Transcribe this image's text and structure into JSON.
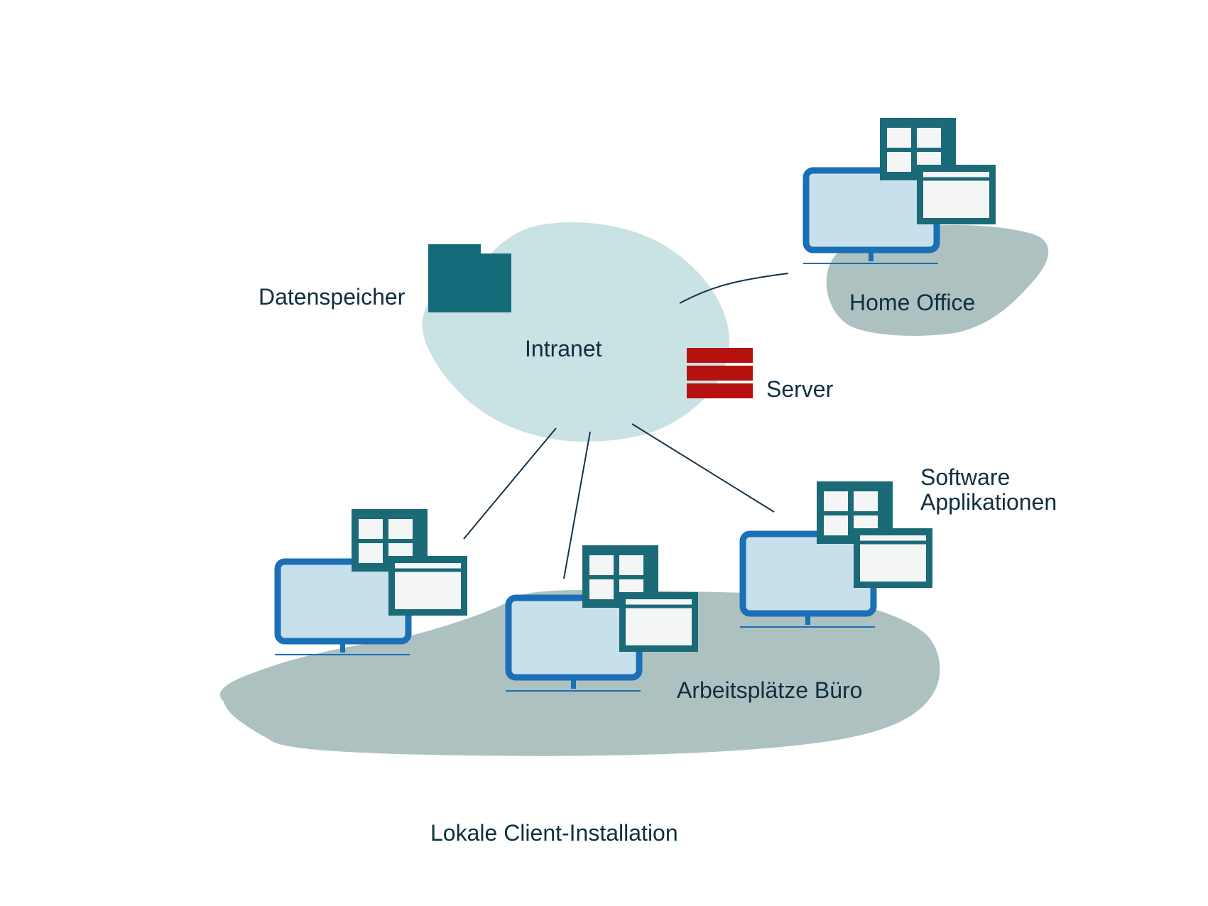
{
  "diagram": {
    "labels": {
      "data_storage": "Datenspeicher",
      "intranet": "Intranet",
      "server": "Server",
      "home_office": "Home Office",
      "software_line1": "Software",
      "software_line2": "Applikationen",
      "office_workstations": "Arbeitsplätze Büro",
      "footer": "Lokale Client-Installation"
    },
    "colors": {
      "intranet_cloud": "#c9e2e3",
      "ground_blob": "#adc1c0",
      "monitor_frame": "#1a6fb5",
      "monitor_screen": "#c8dfec",
      "app_window_frame": "#1b6a78",
      "app_window_fill": "#f4f6f6",
      "folder": "#146b7a",
      "server": "#b5120f",
      "connector_line": "#14334a",
      "text": "#0f2f3f"
    },
    "icons": {
      "storage": "folder-icon",
      "server": "server-rack-icon",
      "workstation": "monitor-icon",
      "applications": "app-windows-icon"
    }
  }
}
